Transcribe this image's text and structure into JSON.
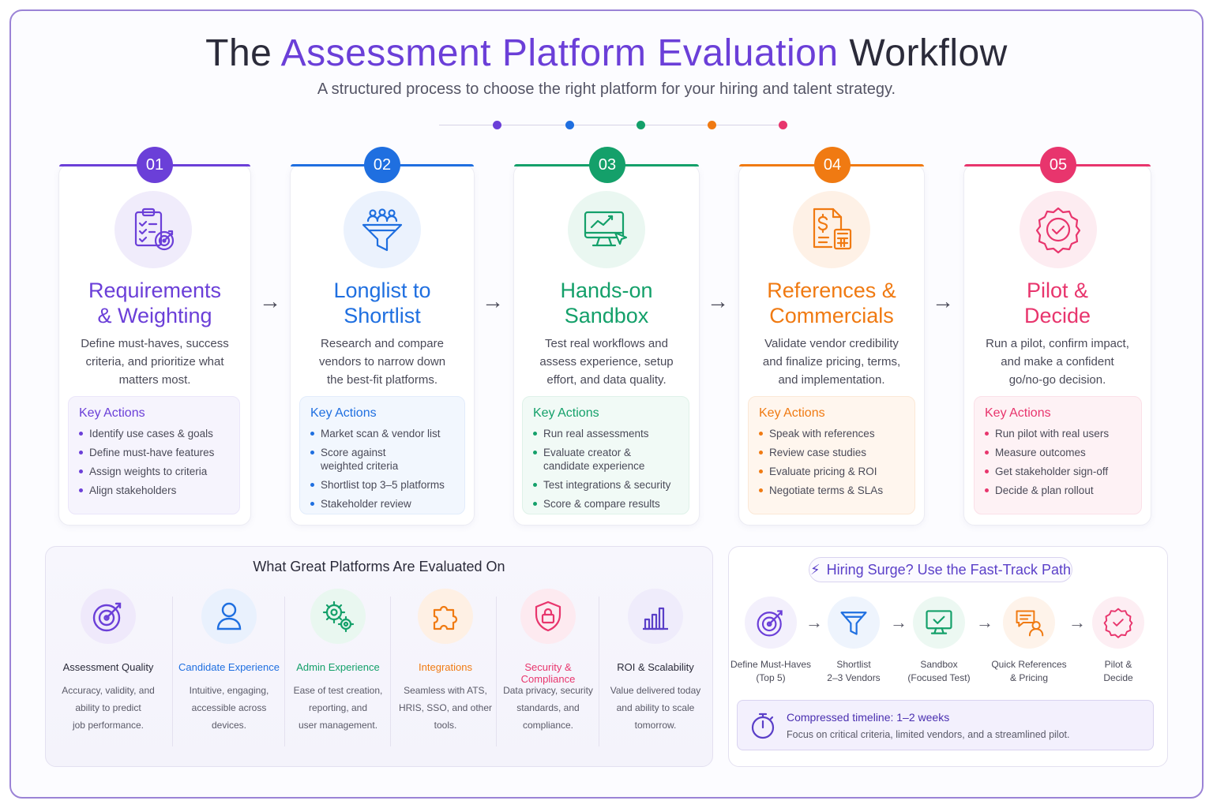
{
  "header": {
    "title_pre": "The ",
    "title_accent": "Assessment Platform Evaluation",
    "title_post": " Workflow",
    "subtitle": "A structured process to choose the right platform for your hiring and talent strategy."
  },
  "colors": {
    "purple": "#6b3fd8",
    "blue": "#1f6fe0",
    "green": "#14a06a",
    "orange": "#f07a12",
    "pink": "#e8356d"
  },
  "steps": [
    {
      "number": "01",
      "title_line1": "Requirements",
      "title_line2": "& Weighting",
      "desc_line1": "Define must-haves, success",
      "desc_line2": "criteria, and prioritize what",
      "desc_line3": "matters most.",
      "actions_heading": "Key Actions",
      "actions": [
        "Identify use cases & goals",
        "Define must-have features",
        "Assign weights to criteria",
        "Align stakeholders"
      ],
      "icon": "clipboard-target-icon"
    },
    {
      "number": "02",
      "title_line1": "Longlist to",
      "title_line2": "Shortlist",
      "desc_line1": "Research and compare",
      "desc_line2": "vendors to narrow down",
      "desc_line3": "the best-fit platforms.",
      "actions_heading": "Key Actions",
      "actions": [
        "Market scan & vendor list",
        "Score against weighted criteria",
        "Shortlist top 3–5 platforms",
        "Stakeholder review"
      ],
      "icon": "funnel-people-icon"
    },
    {
      "number": "03",
      "title_line1": "Hands-on",
      "title_line2": "Sandbox",
      "desc_line1": "Test real workflows and",
      "desc_line2": "assess experience, setup",
      "desc_line3": "effort, and data quality.",
      "actions_heading": "Key Actions",
      "actions": [
        "Run real assessments",
        "Evaluate creator & candidate experience",
        "Test integrations & security",
        "Score & compare results"
      ],
      "icon": "monitor-chart-icon"
    },
    {
      "number": "04",
      "title_line1": "References &",
      "title_line2": "Commercials",
      "desc_line1": "Validate vendor credibility",
      "desc_line2": "and finalize pricing, terms,",
      "desc_line3": "and implementation.",
      "actions_heading": "Key Actions",
      "actions": [
        "Speak with references",
        "Review case studies",
        "Evaluate pricing & ROI",
        "Negotiate terms & SLAs"
      ],
      "icon": "invoice-calculator-icon"
    },
    {
      "number": "05",
      "title_line1": "Pilot &",
      "title_line2": "Decide",
      "desc_line1": "Run a pilot, confirm impact,",
      "desc_line2": "and make a confident",
      "desc_line3": "go/no-go decision.",
      "actions_heading": "Key Actions",
      "actions": [
        "Run pilot with real users",
        "Measure outcomes",
        "Get stakeholder sign-off",
        "Decide & plan rollout"
      ],
      "icon": "badge-check-icon"
    }
  ],
  "criteria": {
    "title": "What Great Platforms Are Evaluated On",
    "items": [
      {
        "name": "Assessment Quality",
        "desc_line1": "Accuracy, validity, and",
        "desc_line2": "ability to predict",
        "desc_line3": "job performance.",
        "icon": "target-icon"
      },
      {
        "name": "Candidate Experience",
        "desc_line1": "Intuitive, engaging,",
        "desc_line2": "accessible across",
        "desc_line3": "devices.",
        "icon": "user-icon"
      },
      {
        "name": "Admin Experience",
        "desc_line1": "Ease of test creation,",
        "desc_line2": "reporting, and",
        "desc_line3": "user management.",
        "icon": "gears-icon"
      },
      {
        "name": "Integrations",
        "desc_line1": "Seamless with ATS,",
        "desc_line2": "HRIS, SSO, and other",
        "desc_line3": "tools.",
        "icon": "puzzle-icon"
      },
      {
        "name": "Security & Compliance",
        "desc_line1": "Data privacy, security",
        "desc_line2": "standards, and",
        "desc_line3": "compliance.",
        "icon": "shield-lock-icon"
      },
      {
        "name": "ROI & Scalability",
        "desc_line1": "Value delivered today",
        "desc_line2": "and ability to scale",
        "desc_line3": "tomorrow.",
        "icon": "bar-chart-icon"
      }
    ]
  },
  "fasttrack": {
    "title": "Hiring Surge? Use the Fast-Track Path",
    "steps": [
      {
        "line1": "Define Must-Haves",
        "line2": "(Top 5)",
        "icon": "target-icon"
      },
      {
        "line1": "Shortlist",
        "line2": "2–3 Vendors",
        "icon": "funnel-icon"
      },
      {
        "line1": "Sandbox",
        "line2": "(Focused Test)",
        "icon": "monitor-check-icon"
      },
      {
        "line1": "Quick References",
        "line2": "& Pricing",
        "icon": "chat-user-icon"
      },
      {
        "line1": "Pilot &",
        "line2": "Decide",
        "icon": "badge-check-icon"
      }
    ],
    "timeline_heading": "Compressed timeline: 1–2 weeks",
    "timeline_sub": "Focus on critical criteria, limited vendors, and a streamlined pilot."
  }
}
